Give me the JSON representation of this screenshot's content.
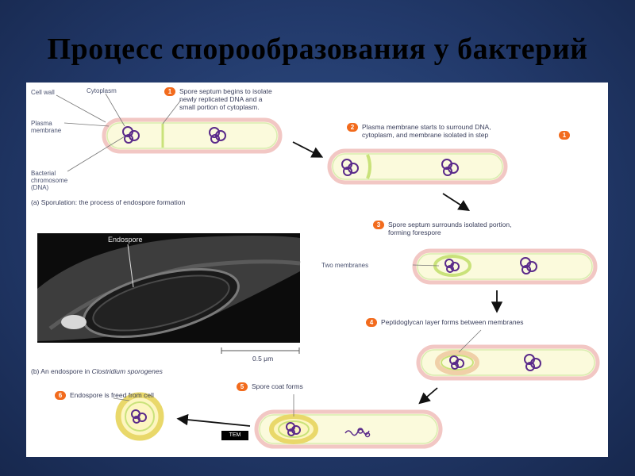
{
  "slide": {
    "title": "Процесс спорообразования у бактерий"
  },
  "labels": {
    "cell_wall": "Cell wall",
    "cytoplasm": "Cytoplasm",
    "plasma_membrane": "Plasma\nmembrane",
    "bacterial_chromosome": "Bacterial\nchromosome\n(DNA)",
    "two_membranes": "Two membranes",
    "endospore": "Endospore"
  },
  "captions": {
    "a": "(a) Sporulation: the process of endospore formation",
    "b_prefix": "(b) An endospore in ",
    "b_species": "Clostridium sporogenes"
  },
  "micrograph": {
    "badge": "TEM",
    "scale": "0.5 μm"
  },
  "steps": [
    {
      "num": "1",
      "text": "Spore septum begins to isolate\nnewly replicated DNA and a\nsmall portion of cytoplasm."
    },
    {
      "num": "2",
      "text": "Plasma membrane starts to surround DNA,\ncytoplasm, and membrane isolated in step",
      "ref": "1"
    },
    {
      "num": "3",
      "text": "Spore septum surrounds isolated portion,\nforming forespore"
    },
    {
      "num": "4",
      "text": "Peptidoglycan layer forms between membranes"
    },
    {
      "num": "5",
      "text": "Spore coat forms"
    },
    {
      "num": "6",
      "text": "Endospore is freed from cell"
    }
  ],
  "colors": {
    "background": "#22396a",
    "step_badge": "#f26b1d",
    "cell_wall": "#f2c7c4",
    "cell_fill": "#fbfadc",
    "membrane": "#c9e27a",
    "dna": "#5a2a8a"
  }
}
